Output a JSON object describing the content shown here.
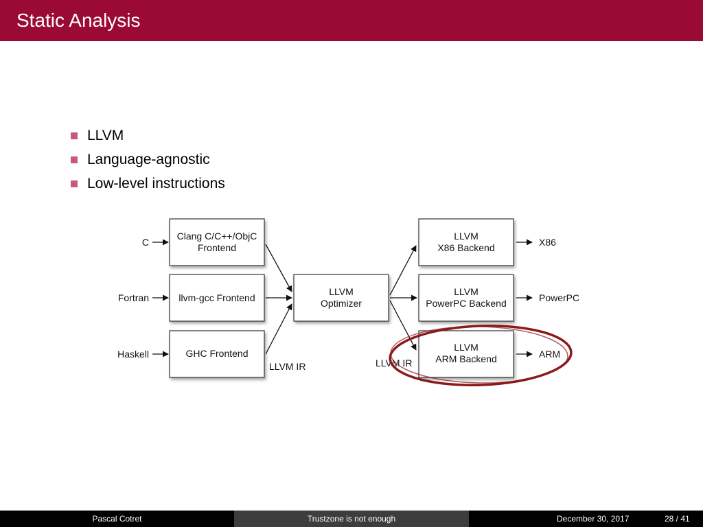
{
  "slide": {
    "title": "Static Analysis"
  },
  "bullets": [
    "LLVM",
    "Language-agnostic",
    "Low-level instructions"
  ],
  "diagram": {
    "inputs": [
      "C",
      "Fortran",
      "Haskell"
    ],
    "frontends": [
      [
        "Clang C/C++/ObjC",
        "Frontend"
      ],
      [
        "llvm-gcc Frontend"
      ],
      [
        "GHC Frontend"
      ]
    ],
    "optimizer": [
      "LLVM",
      "Optimizer"
    ],
    "backends": [
      [
        "LLVM",
        "X86 Backend"
      ],
      [
        "LLVM",
        "PowerPC Backend"
      ],
      [
        "LLVM",
        "ARM Backend"
      ]
    ],
    "outputs": [
      "X86",
      "PowerPC",
      "ARM"
    ],
    "ir_labels": [
      "LLVM IR",
      "LLVM IR"
    ],
    "highlight_color": "#8b1a1a"
  },
  "footer": {
    "author": "Pascal Cotret",
    "title": "Trustzone is not enough",
    "date": "December 30, 2017",
    "page": "28 / 41"
  }
}
